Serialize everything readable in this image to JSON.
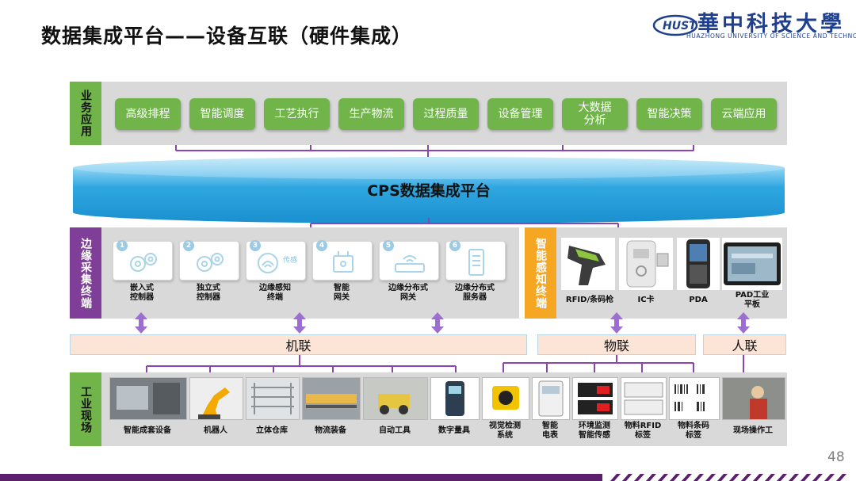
{
  "title": "数据集成平台——设备互联（硬件集成）",
  "logo": {
    "cn": "華中科技大學",
    "en": "HUAZHONG UNIVERSITY OF SCIENCE AND TECHNOLOGY",
    "mark": "HUST"
  },
  "business": {
    "label": "业务应用",
    "items": [
      "高级排程",
      "智能调度",
      "工艺执行",
      "生产物流",
      "过程质量",
      "设备管理",
      "大数据\n分析",
      "智能决策",
      "云端应用"
    ]
  },
  "platform": {
    "label": "CPS数据集成平台"
  },
  "edge": {
    "label": "边缘采集终端",
    "items": [
      {
        "num": "1",
        "label": "嵌入式\n控制器"
      },
      {
        "num": "2",
        "label": "独立式\n控制器"
      },
      {
        "num": "3",
        "label": "边缘感知\n终端",
        "tag": "传感"
      },
      {
        "num": "4",
        "label": "智能\n网关"
      },
      {
        "num": "5",
        "label": "边缘分布式\n网关"
      },
      {
        "num": "6",
        "label": "边缘分布式\n服务器"
      }
    ]
  },
  "smart": {
    "label": "智能感知终端",
    "items": [
      "RFID/条码枪",
      "IC卡",
      "PDA",
      "PAD工业\n平板"
    ]
  },
  "connections": {
    "machine": "机联",
    "object": "物联",
    "human": "人联"
  },
  "field": {
    "label": "工业现场",
    "items": [
      "智能成套设备",
      "机器人",
      "立体仓库",
      "物流装备",
      "自动工具",
      "数字量具",
      "视觉检测\n系统",
      "智能\n电表",
      "环境监测\n智能传感",
      "物料RFID\n标签",
      "物料条码\n标签",
      "现场操作工"
    ]
  },
  "page_number": "48",
  "colors": {
    "green": "#70b44a",
    "cylinder": "#29a3dc",
    "purple": "#7f3f98",
    "orange": "#f5a623",
    "conn_fill": "#fce4d6",
    "conn_border": "#b7d7e8"
  }
}
